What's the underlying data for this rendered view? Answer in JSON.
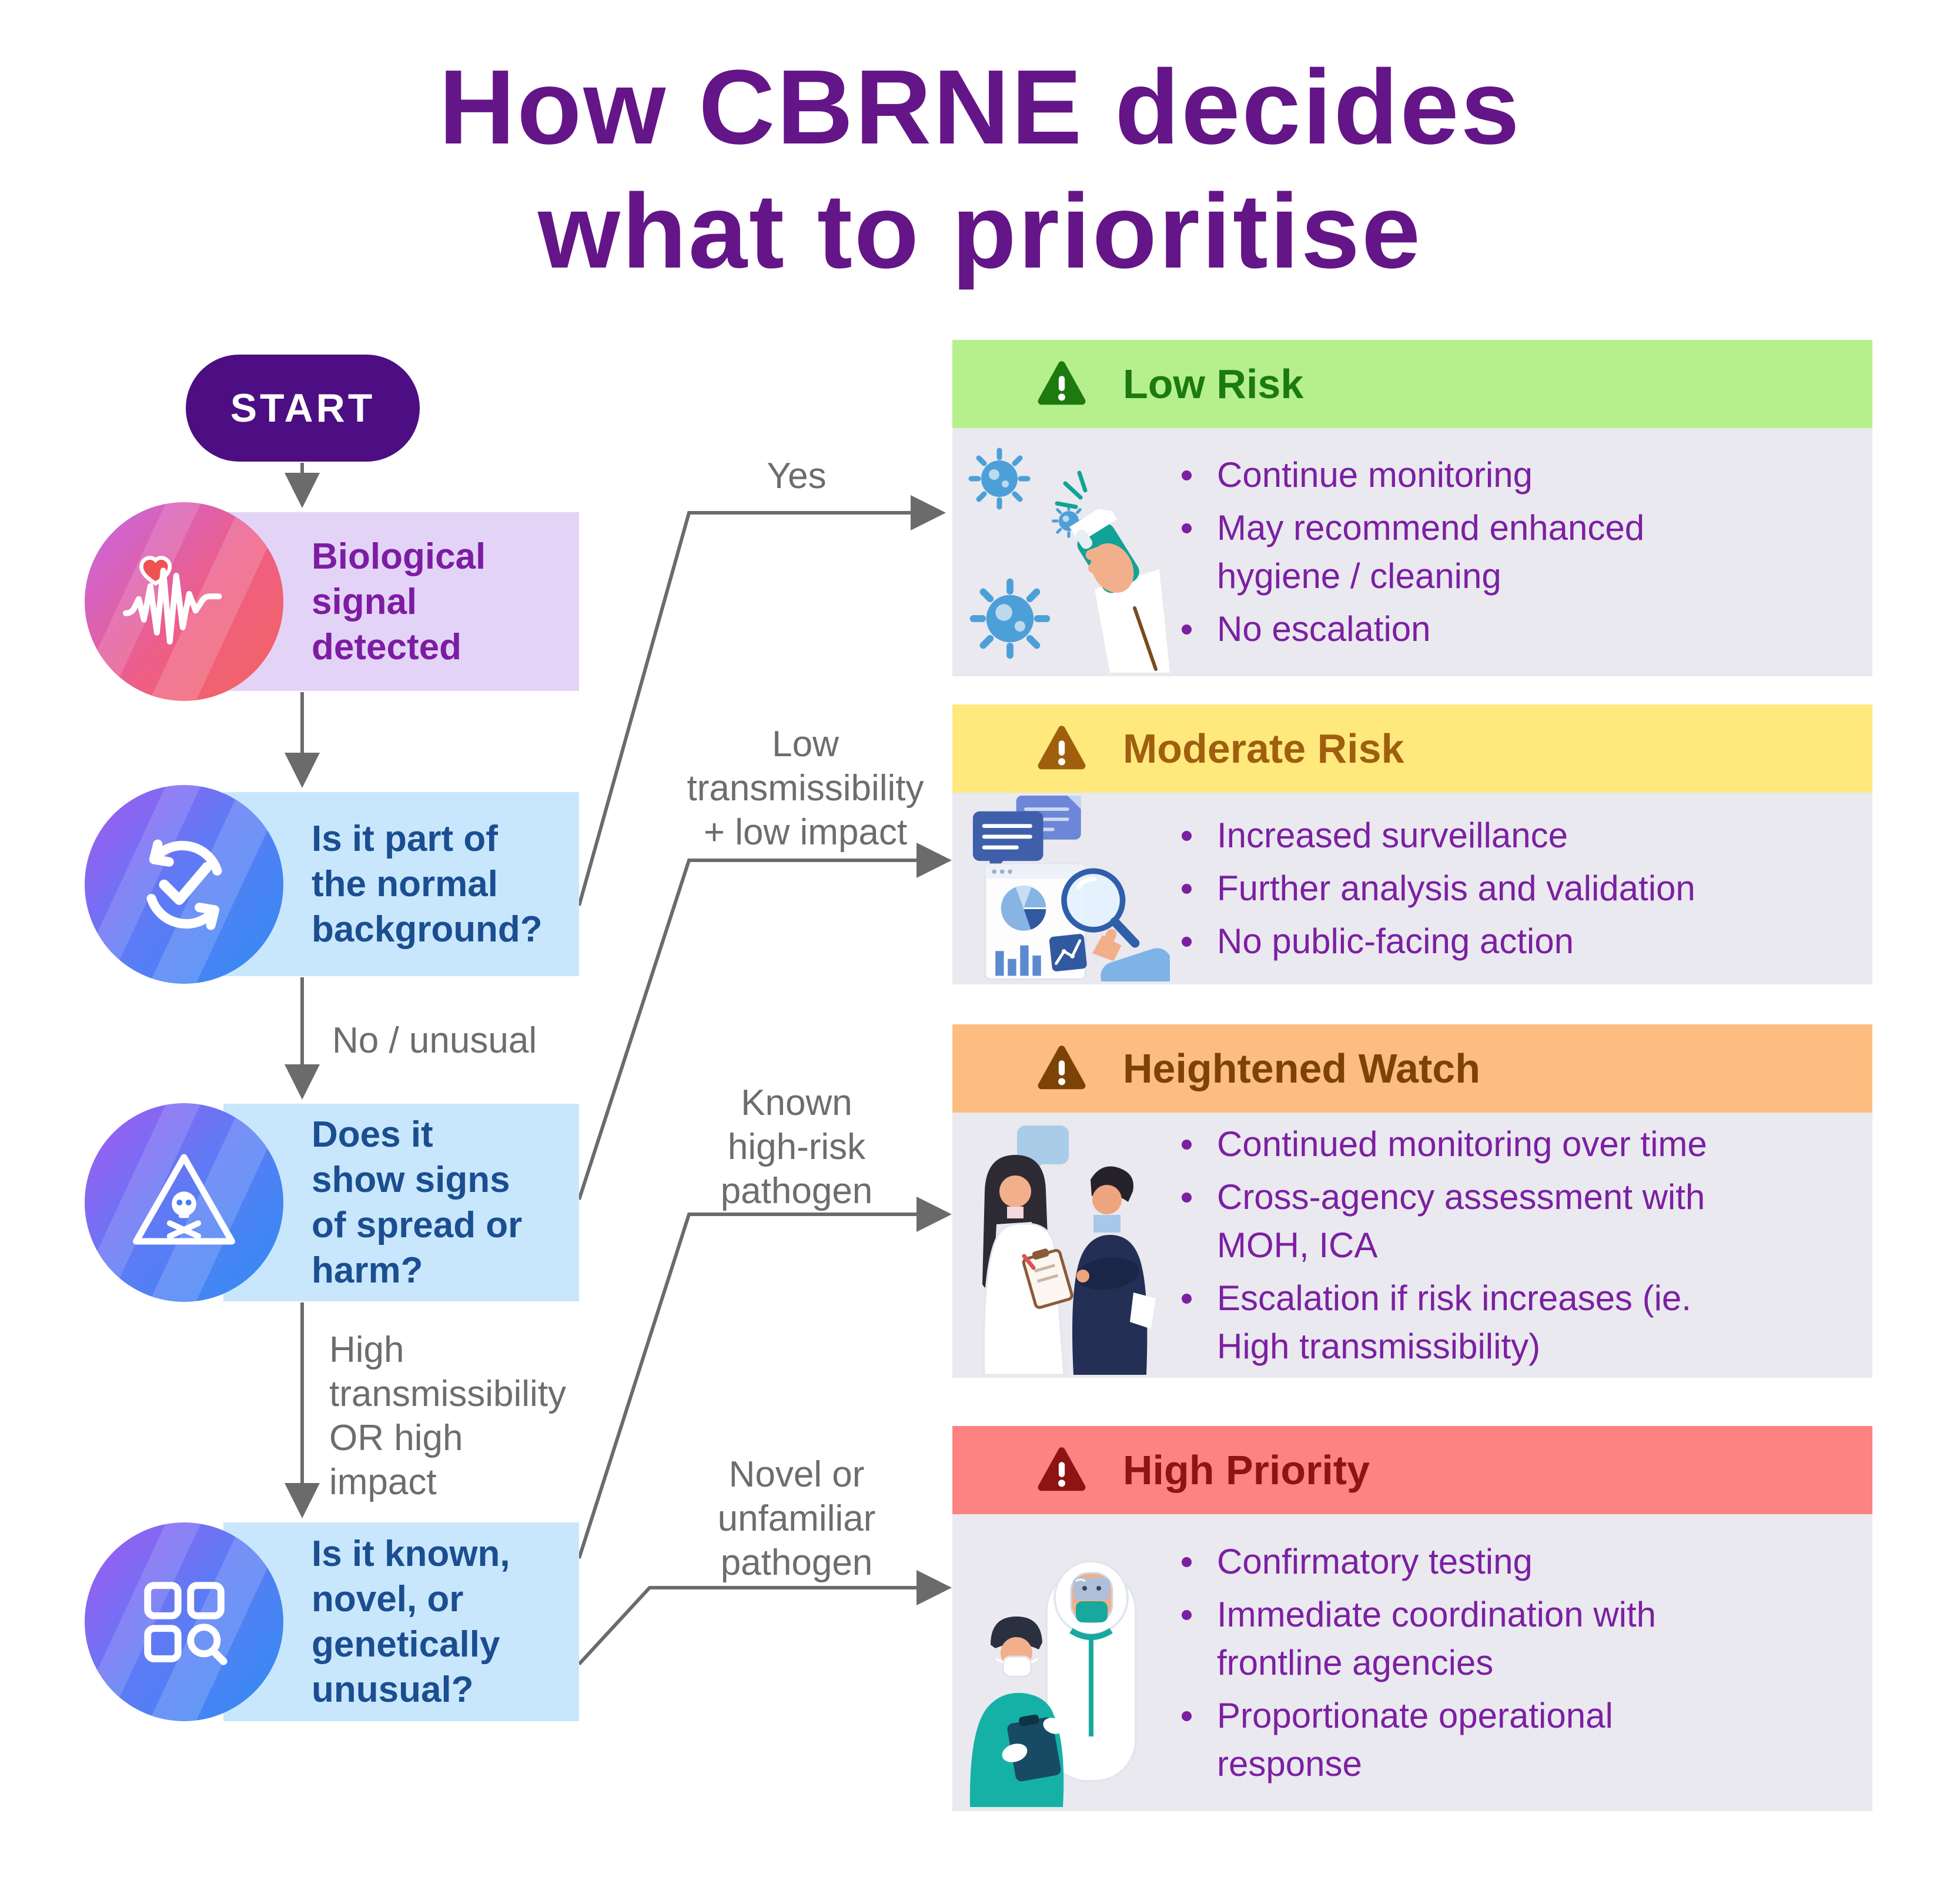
{
  "title": {
    "line1": "How CBRNE decides",
    "line2": "what to prioritise"
  },
  "flow": {
    "start_label": "START",
    "nodes": [
      {
        "label": "Biological\nsignal\ndetected",
        "icon": "heart-waveform-icon"
      },
      {
        "label": "Is it part of\nthe normal\nbackground?",
        "icon": "sync-check-icon"
      },
      {
        "label": "Does it\nshow signs\nof spread or\nharm?",
        "icon": "hazard-skull-icon"
      },
      {
        "label": "Is it known,\nnovel, or\ngenetically\nunusual?",
        "icon": "grid-search-icon"
      }
    ],
    "edge_labels": {
      "yes": "Yes",
      "no_unusual": "No / unusual",
      "high_transmissibility": "High\ntransmissibility\nOR high\nimpact",
      "low_transmissibility": "Low\ntransmissibility\n+ low impact",
      "known_pathogen": "Known\nhigh-risk\npathogen",
      "novel_pathogen": "Novel or\nunfamiliar\npathogen"
    }
  },
  "outcomes": [
    {
      "title": "Low Risk",
      "bullets": [
        "Continue monitoring",
        "May recommend enhanced\nhygiene / cleaning",
        "No escalation"
      ]
    },
    {
      "title": "Moderate Risk",
      "bullets": [
        "Increased surveillance",
        "Further analysis and validation",
        "No public-facing action"
      ]
    },
    {
      "title": "Heightened Watch",
      "bullets": [
        "Continued monitoring over time",
        "Cross-agency assessment with\nMOH, ICA",
        "Escalation if risk increases (ie.\nHigh transmissibility)"
      ]
    },
    {
      "title": "High Priority",
      "bullets": [
        "Confirmatory testing",
        "Immediate coordination with\nfrontline agencies",
        "Proportionate operational\nresponse"
      ]
    }
  ],
  "colors": {
    "title_purple": "#641587",
    "start_pill": "#4c0e82",
    "node_signal_bg": "#e3d4f7",
    "node_signal_text": "#7d1ca3",
    "node_question_bg": "#c9e7fc",
    "node_question_text": "#1b4e91",
    "connector_gray": "#6b6b6b",
    "edge_label_gray": "#6d6d6d",
    "bullet_text_purple": "#7c1fa2",
    "outcome_body_bg": "#e9e9ef",
    "low_risk_header": "#b5f08d",
    "low_risk_accent": "#1c7a0e",
    "moderate_header": "#ffe97d",
    "moderate_accent": "#a05f0f",
    "heightened_header": "#fdbd80",
    "heightened_accent": "#7c4206",
    "high_priority_header": "#fd8282",
    "high_priority_accent": "#8f1313"
  }
}
